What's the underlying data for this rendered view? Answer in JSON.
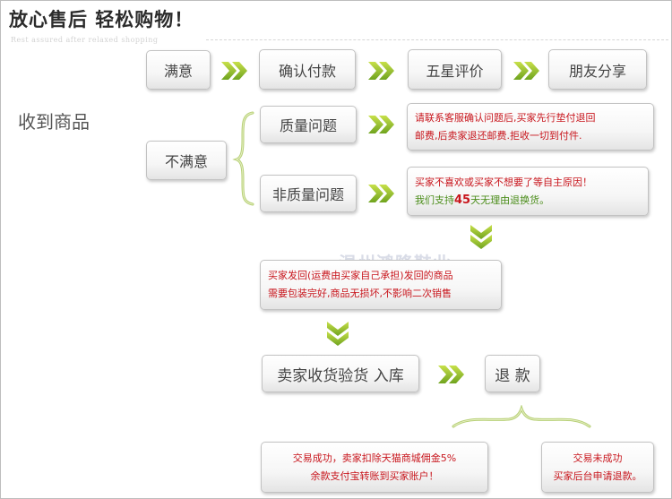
{
  "header": {
    "title": "放心售后  轻松购物！",
    "subtitle": "Rest assured after relaxed shopping"
  },
  "root_label": "收到商品",
  "satisfied": {
    "label": "满意",
    "step1": "确认付款",
    "step2": "五星评价",
    "step3": "朋友分享"
  },
  "unsatisfied": {
    "label": "不满意",
    "quality": {
      "label": "质量问题",
      "note_line1": "请联系客服确认问题后,买家先行垫付退回",
      "note_line2": "邮费,后卖家退还邮费.拒收一切到付件."
    },
    "non_quality": {
      "label": "非质量问题",
      "note_line1": "买家不喜欢或买家不想要了等自主原因！",
      "note_line2_prefix": "我们支持",
      "note_line2_days": "45",
      "note_line2_suffix": "天无理由退换货。"
    }
  },
  "return_note": {
    "line1": "买家发回(运费由买家自己承担)发回的商品",
    "line2": "需要包装完好,商品无损坏,不影响二次销售"
  },
  "inspect": {
    "label": "卖家收货验货 入库",
    "refund": "退 款"
  },
  "outcome": {
    "success_line1": "交易成功，卖家扣除天猫商城佣金5%",
    "success_line2": "余款支付宝转账到买家账户！",
    "fail_line1": "交易未成功",
    "fail_line2": "买家后台申请退款。"
  },
  "watermark": "温州鸿隆鞋业",
  "icons": {
    "arrow_right": "double-chevron-right-icon",
    "arrow_down": "double-chevron-down-icon"
  },
  "colors": {
    "arrow_green_light": "#c3dd45",
    "arrow_green_dark": "#6fa31f",
    "accent_red": "#c8161d",
    "accent_green": "#4b8d1a"
  }
}
